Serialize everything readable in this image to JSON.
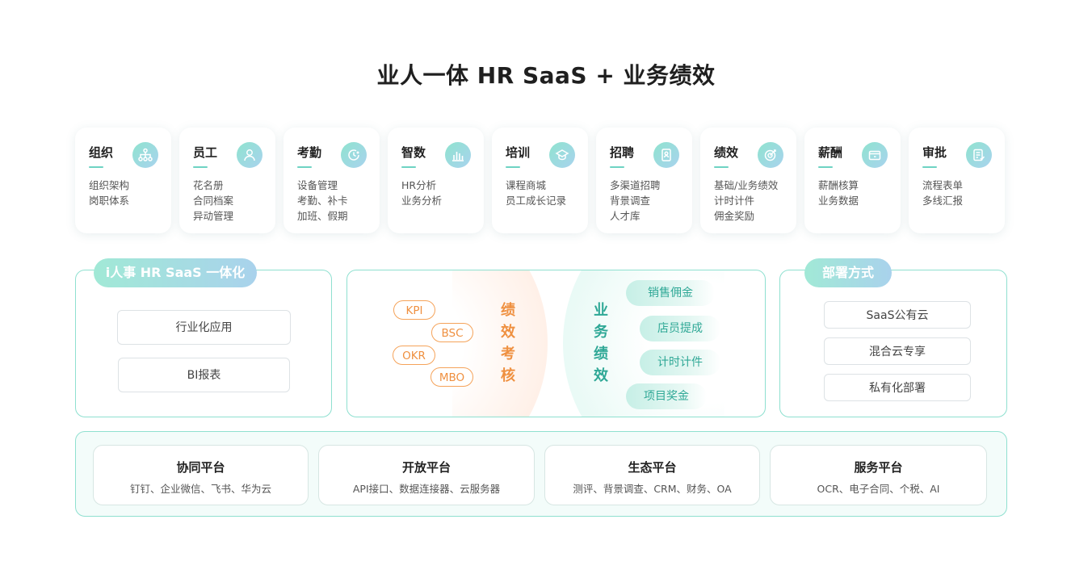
{
  "title": "业人一体 HR SaaS + 业务绩效",
  "modules": [
    {
      "name": "组织",
      "icon": "org-chart-icon",
      "lines": [
        "组织架构",
        "岗职体系"
      ]
    },
    {
      "name": "员工",
      "icon": "user-icon",
      "lines": [
        "花名册",
        "合同档案",
        "异动管理"
      ]
    },
    {
      "name": "考勤",
      "icon": "clock-icon",
      "lines": [
        "设备管理",
        "考勤、补卡",
        "加班、假期"
      ]
    },
    {
      "name": "智数",
      "icon": "bar-chart-icon",
      "lines": [
        "HR分析",
        "业务分析"
      ]
    },
    {
      "name": "培训",
      "icon": "graduation-cap-icon",
      "lines": [
        "课程商城",
        "员工成长记录"
      ]
    },
    {
      "name": "招聘",
      "icon": "resume-icon",
      "lines": [
        "多渠道招聘",
        "背景调查",
        "人才库"
      ]
    },
    {
      "name": "绩效",
      "icon": "target-icon",
      "lines": [
        "基础/业务绩效",
        "计时计件",
        "佣金奖励"
      ]
    },
    {
      "name": "薪酬",
      "icon": "wallet-icon",
      "lines": [
        "薪酬核算",
        "业务数据"
      ]
    },
    {
      "name": "审批",
      "icon": "approval-form-icon",
      "lines": [
        "流程表单",
        "多线汇报"
      ]
    }
  ],
  "left_panel": {
    "title": "i人事 HR SaaS 一体化",
    "buttons": [
      "行业化应用",
      "BI报表"
    ]
  },
  "center_panel": {
    "assessment_tags": [
      "KPI",
      "BSC",
      "OKR",
      "MBO"
    ],
    "assessment_label": [
      "绩",
      "效",
      "考",
      "核"
    ],
    "business_label": [
      "业",
      "务",
      "绩",
      "效"
    ],
    "business_items": [
      "销售佣金",
      "店员提成",
      "计时计件",
      "项目奖金"
    ],
    "colors": {
      "orange": "#ef9040",
      "teal": "#2fa896"
    }
  },
  "right_panel": {
    "title": "部署方式",
    "buttons": [
      "SaaS公有云",
      "混合云专享",
      "私有化部署"
    ]
  },
  "platforms": [
    {
      "name": "协同平台",
      "desc": "钉钉、企业微信、飞书、华为云"
    },
    {
      "name": "开放平台",
      "desc": "API接口、数据连接器、云服务器"
    },
    {
      "name": "生态平台",
      "desc": "测评、背景调查、CRM、财务、OA"
    },
    {
      "name": "服务平台",
      "desc": "OCR、电子合同、个税、AI"
    }
  ]
}
